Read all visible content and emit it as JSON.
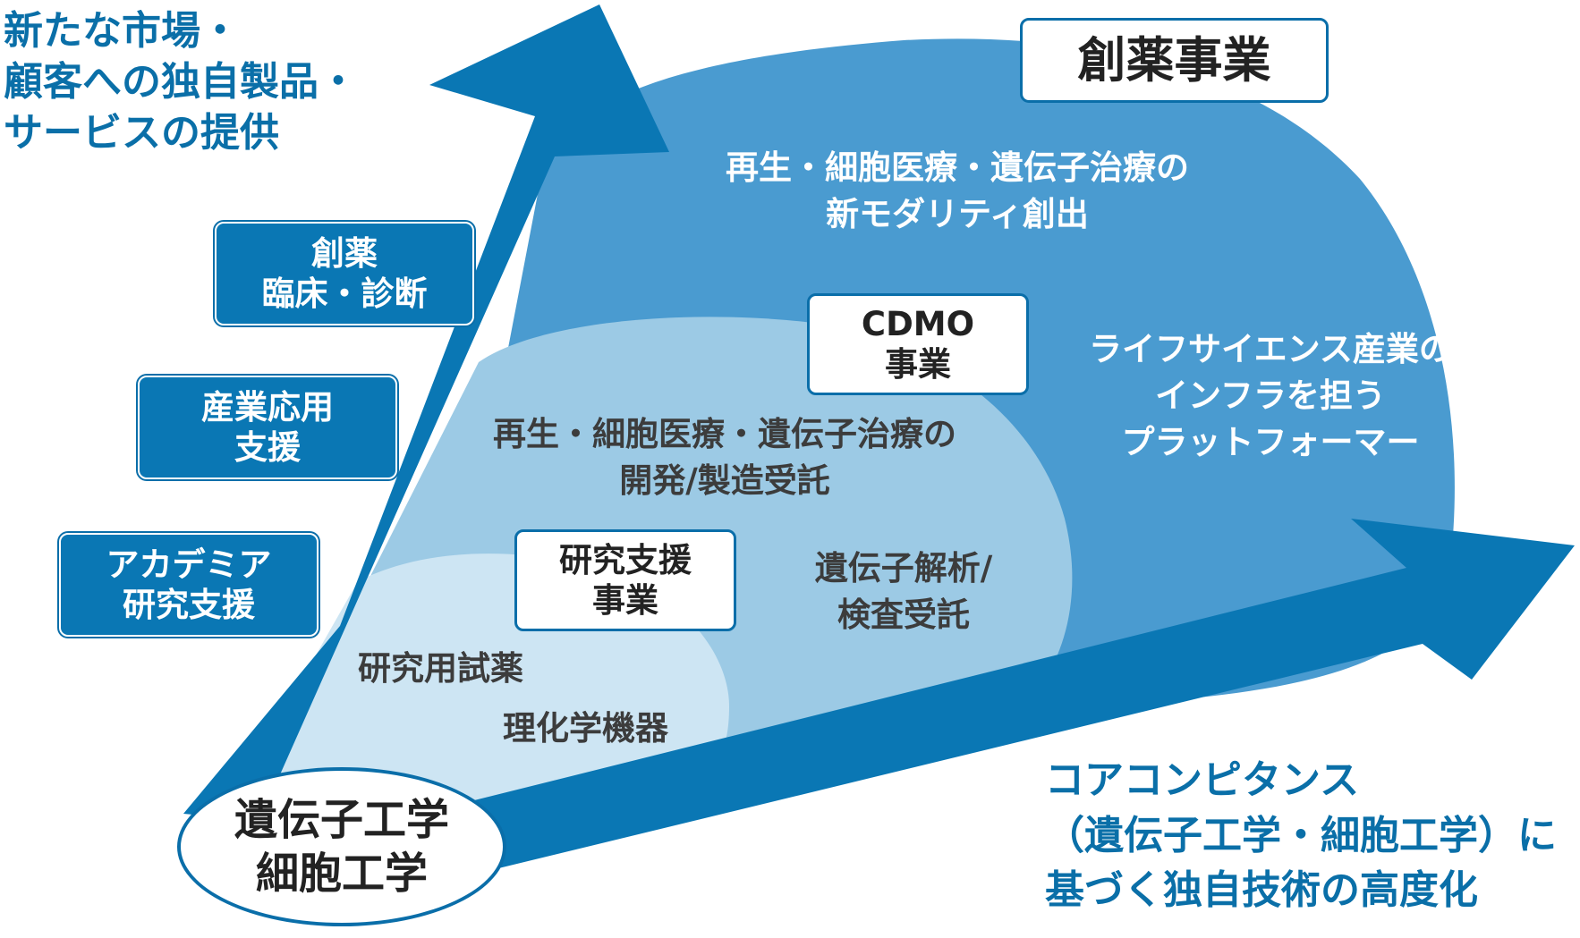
{
  "colors": {
    "arrow": "#0a77b4",
    "outer_region": "#4a9bd0",
    "middle_region": "#9ccae5",
    "inner_region": "#cde5f3",
    "heading_text": "#0a6fa8",
    "box_border": "#0a6ea9"
  },
  "vertical_axis": {
    "label": [
      "新たな市場・",
      "顧客への独自製品・",
      "サービスの提供"
    ],
    "steps": [
      {
        "lines": [
          "創薬",
          "臨床・診断"
        ]
      },
      {
        "lines": [
          "産業応用",
          "支援"
        ]
      },
      {
        "lines": [
          "アカデミア",
          "研究支援"
        ]
      }
    ]
  },
  "horizontal_axis": {
    "label": [
      "コアコンピタンス",
      "（遺伝子工学・細胞工学）に",
      "基づく独自技術の高度化"
    ]
  },
  "origin": {
    "lines": [
      "遺伝子工学",
      "細胞工学"
    ]
  },
  "drug_discovery": {
    "title": "創薬事業",
    "description": [
      "再生・細胞医療・遺伝子治療の",
      "新モダリティ創出"
    ]
  },
  "platform": {
    "lines": [
      "ライフサイエンス産業の",
      "インフラを担う",
      "プラットフォーマー"
    ]
  },
  "cdmo": {
    "title": [
      "CDMO",
      "事業"
    ],
    "description": [
      "再生・細胞医療・遺伝子治療の",
      "開発/製造受託"
    ],
    "services": [
      "遺伝子解析/",
      "検査受託"
    ]
  },
  "research_support": {
    "title": [
      "研究支援",
      "事業"
    ],
    "items": [
      "研究用試薬",
      "理化学機器"
    ]
  }
}
